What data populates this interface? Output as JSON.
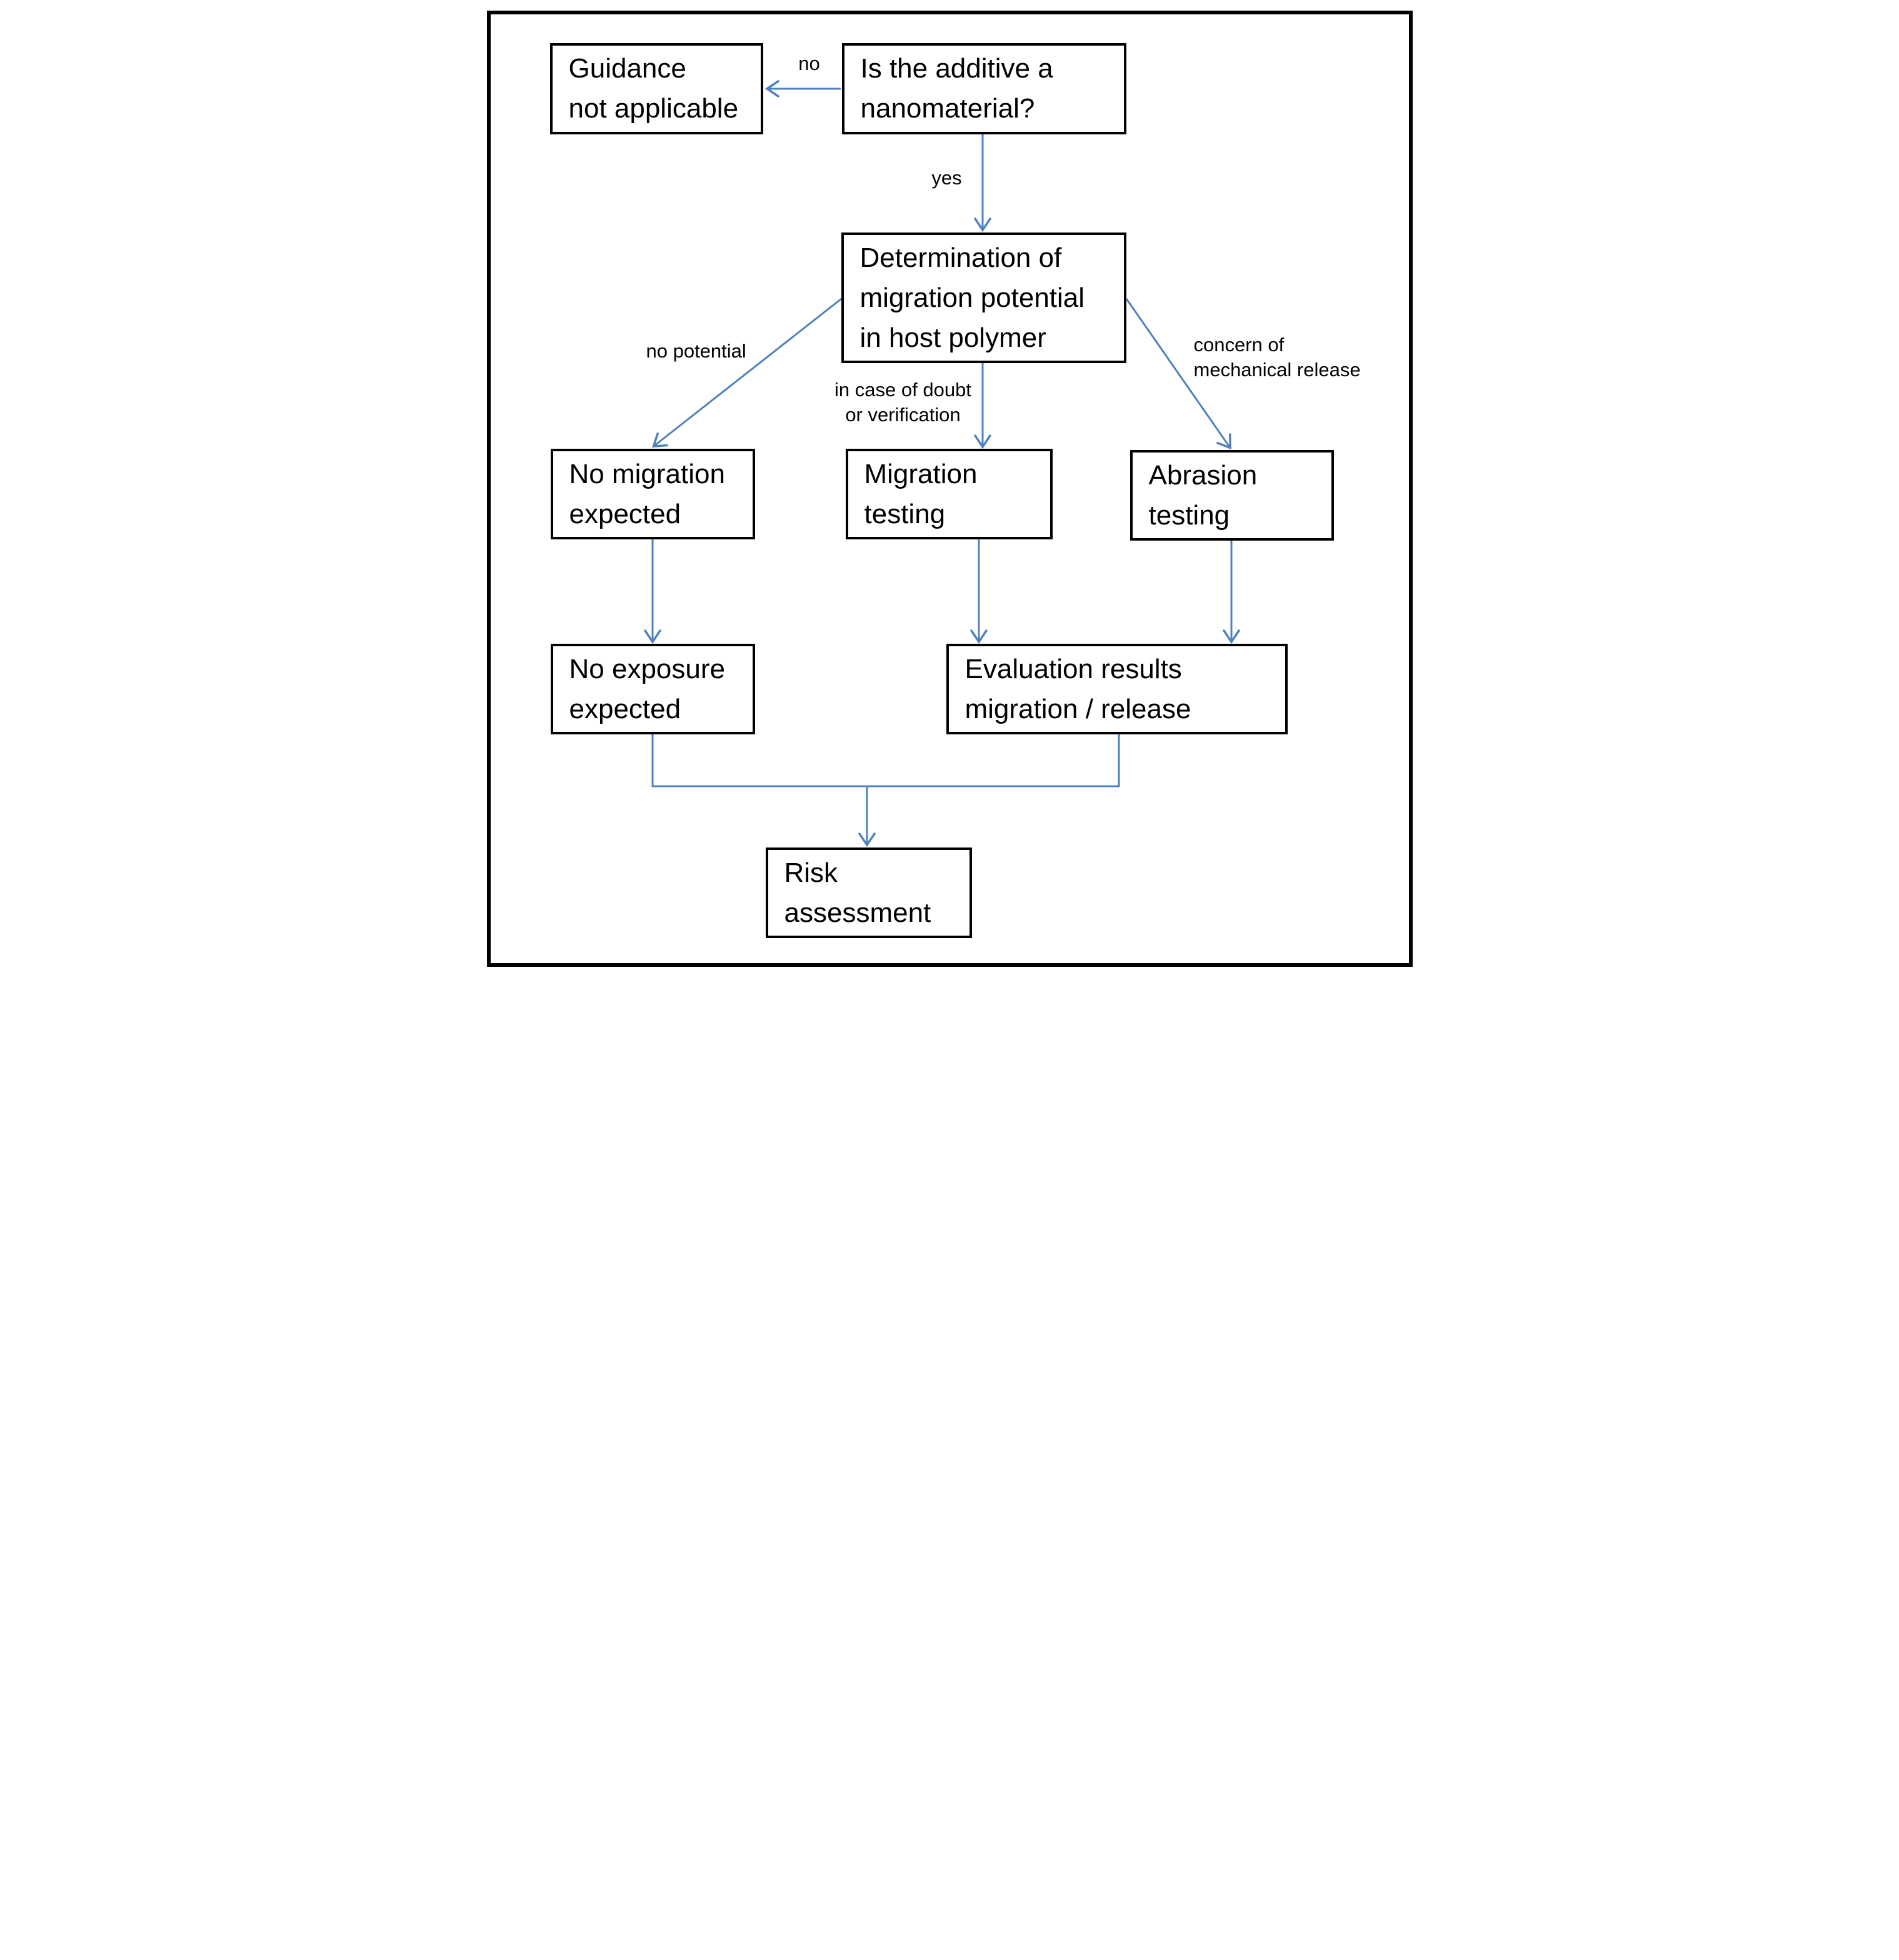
{
  "diagram": {
    "type": "flowchart",
    "colors": {
      "arrow": "#4f81bd",
      "box_border": "#000000",
      "background": "#ffffff",
      "text": "#000000"
    },
    "nodes": {
      "guidance": {
        "lines": [
          "Guidance",
          "not applicable"
        ]
      },
      "question": {
        "lines": [
          "Is the additive a",
          "nanomaterial?"
        ]
      },
      "determination": {
        "lines": [
          "Determination of",
          "migration potential",
          "in host polymer"
        ]
      },
      "no_migration": {
        "lines": [
          "No migration",
          "expected"
        ]
      },
      "migration_testing": {
        "lines": [
          "Migration",
          "testing"
        ]
      },
      "abrasion_testing": {
        "lines": [
          "Abrasion",
          "testing"
        ]
      },
      "no_exposure": {
        "lines": [
          "No exposure",
          "expected"
        ]
      },
      "evaluation": {
        "lines": [
          "Evaluation results",
          "migration / release"
        ]
      },
      "risk": {
        "lines": [
          "Risk",
          "assessment"
        ]
      }
    },
    "edge_labels": {
      "no": "no",
      "yes": "yes",
      "no_potential": "no potential",
      "doubt": [
        "in case of doubt",
        "or verification"
      ],
      "concern": [
        "concern of",
        "mechanical release"
      ]
    }
  }
}
